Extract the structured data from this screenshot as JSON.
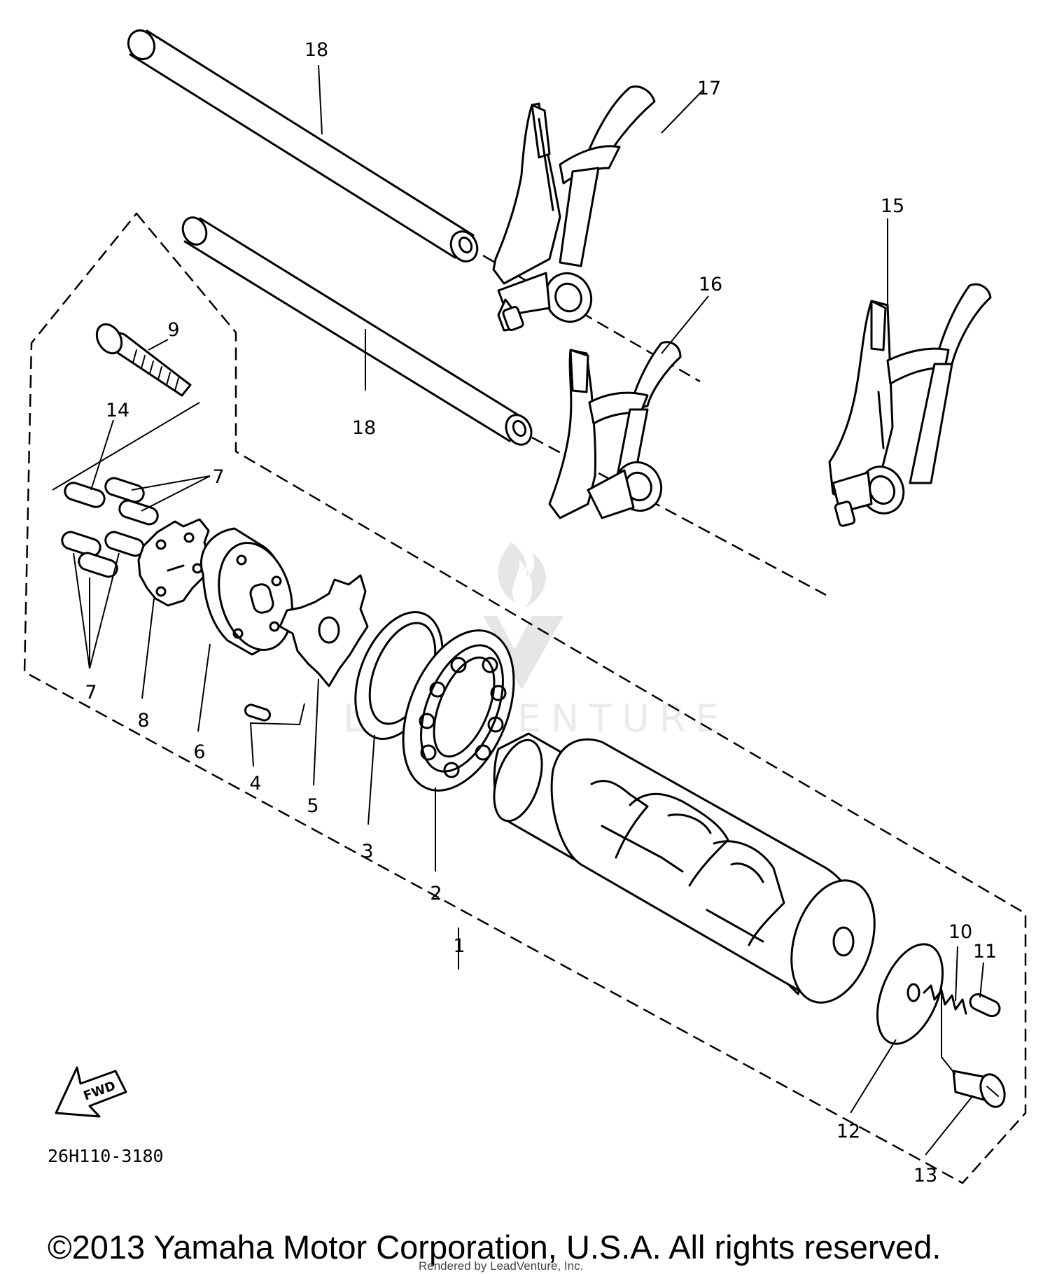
{
  "diagram": {
    "callouts": {
      "c1": "1",
      "c2": "2",
      "c3": "3",
      "c4": "4",
      "c5": "5",
      "c6": "6",
      "c7a": "7",
      "c7b": "7",
      "c8": "8",
      "c9": "9",
      "c10": "10",
      "c11": "11",
      "c12": "12",
      "c13": "13",
      "c14": "14",
      "c15": "15",
      "c16": "16",
      "c17": "17",
      "c18a": "18",
      "c18b": "18"
    },
    "fwd_label": "FWD",
    "part_code": "26H110-3180",
    "watermark_text": "LEADVENTURE",
    "rendered_note": "Rendered by LeadVenture, Inc.",
    "copyright": "©2013 Yamaha Motor Corporation, U.S.A. All rights reserved."
  }
}
